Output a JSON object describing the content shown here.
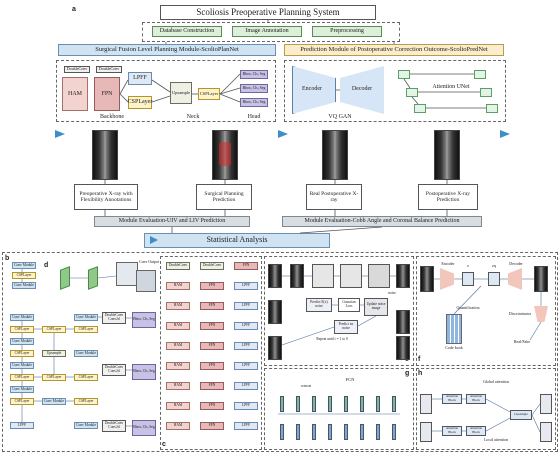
{
  "panel_a": {
    "label": "a",
    "title": "Scoliosis Preoperative Planning System",
    "top_steps": [
      "Database Construction",
      "Image Annotation",
      "Preprocessing"
    ],
    "module1_title": "Surgical Fusion Level Planning Module-ScolioPlanNet",
    "module2_title": "Prediction Module of Postoperative Correction Outcome-ScolioPredNet",
    "backbone": {
      "label": "Backbone",
      "ham": "HAM",
      "fpn": "FPN",
      "lpff": "LPFF",
      "csp1": "CSPLayer",
      "csp2": "CSPLayer",
      "dc1": "DoubleConv",
      "dc2": "DoubleConv"
    },
    "neck": {
      "label": "Neck",
      "upsample": "Upsample",
      "csp": "CSPLayer"
    },
    "head": {
      "label": "Head",
      "items": [
        "Bbox, Cls, Seg",
        "Bbox, Cls, Seg",
        "Bbox, Cls, Seg"
      ]
    },
    "vqgan": {
      "label": "VQ GAN",
      "encoder": "Encoder",
      "decoder": "Decoder"
    },
    "attention_unet": "Attention UNet",
    "captions": {
      "pre": "Preoperative X-ray with Flexibility Annotations",
      "surg": "Surgical Planning Prediction",
      "real": "Real Postoperative X-ray",
      "postpred": "Postoperative X-ray Prediction"
    },
    "eval1": "Module Evaluation-UIV and LIV Prediction",
    "eval2": "Module Evaluation-Cobb Angle and Coronal Balance Prediction",
    "stats": "Statistical Analysis"
  },
  "panel_b": {
    "label": "b",
    "boxes_top": [
      "Conv Module",
      "CSPLayer",
      "Conv Module"
    ],
    "boxes_left": [
      "Conv Module",
      "CSPLayer",
      "Conv Module",
      "CSPLayer",
      "Conv Module",
      "CSPLayer",
      "Conv Module",
      "CSPLayer",
      "LPFF"
    ],
    "mid": [
      "CSPLayer",
      "CSPLayer",
      "Upsample",
      "CSPLayer",
      "CSPLayer",
      "Conv Module",
      "CSPLayer"
    ],
    "right": [
      "Conv Module",
      "Conv Module",
      "Conv Module"
    ],
    "dconv": [
      "DoubleConv Conv2d",
      "DoubleConv Conv2d",
      "DoubleConv Conv2d"
    ],
    "heads": [
      "Bbox, Cls, Seg",
      "Bbox, Cls, Seg",
      "Bbox, Cls, Seg"
    ]
  },
  "panel_c": {
    "label": "c",
    "col1": [
      "DoubleConv",
      "HAM",
      "HAM",
      "HAM",
      "HAM",
      "HAM",
      "HAM",
      "HAM",
      "HAM"
    ],
    "col2": [
      "DoubleConv",
      "FPN",
      "FPN",
      "FPN",
      "FPN",
      "FPN",
      "FPN",
      "FPN",
      "FPN"
    ],
    "col3": [
      "FPN",
      "LPFF",
      "LPFF",
      "LPFF",
      "LPFF",
      "LPFF",
      "LPFF",
      "LPFF",
      "LPFF"
    ]
  },
  "panel_d": {
    "label": "d",
    "note": "Conv Output"
  },
  "panel_e": {
    "label": "e",
    "items": [
      "Predict E(x) noise",
      "Gaussian Loss",
      "Update noise image",
      "Predict xn noise",
      "Repeat until t = 1 to 0",
      "noise"
    ]
  },
  "panel_f": {
    "label": "f",
    "encoder": "Encoder",
    "z": "z",
    "zq": "zq",
    "decoder": "Decoder",
    "quant": "Quantification",
    "codebook": "Code book",
    "disc": "Discriminator",
    "realfake": "Real/Fake"
  },
  "panel_g": {
    "label": "g",
    "concat": "concat",
    "fcn": "FCN"
  },
  "panel_h": {
    "label": "h",
    "global": "Global attention",
    "local": "Local attention",
    "blocks": [
      "Attention Block",
      "Attention Block",
      "Attention Block",
      "Attention Block",
      "Upsample"
    ]
  },
  "colors": {
    "blue_bar": "#cfe3f3",
    "yellow_bar": "#fbeccb",
    "gray_bar": "#d8dde2",
    "arrow": "#3c8ec9"
  }
}
